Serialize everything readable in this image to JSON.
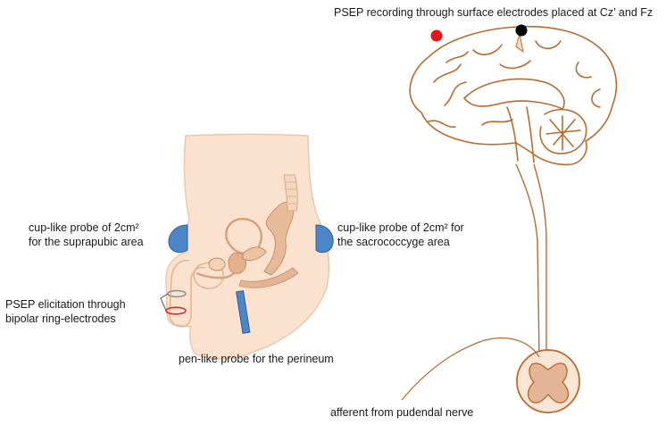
{
  "labels": {
    "psep_recording": "PSEP recording through surface electrodes placed at Cz’ and Fz",
    "suprapubic_probe": {
      "line1": "cup-like probe of 2cm² ",
      "line2": "for the suprapubic area"
    },
    "sacrococcyge_probe": {
      "line1": "cup-like probe of 2cm² for ",
      "line2": "the sacrococcyge area"
    },
    "psep_elicitation": {
      "line1": "PSEP elicitation through ",
      "line2": "bipolar ring-electrodes"
    },
    "perineum_probe": "pen-like probe for the perineum",
    "afferent_nerve": "afferent from pudendal nerve"
  },
  "colors": {
    "body_fill": "#fae2cf",
    "body_outline": "#ecc7ad",
    "organ_fill": "#e8c2a0",
    "organ_stroke": "#d09a72",
    "brain_stroke": "#b86b2e",
    "probe_blue": "#4a86c8",
    "probe_dark": "#2f5f93",
    "electrode_red": "#e8141c",
    "electrode_black": "#000000",
    "ring_red": "#d9262c",
    "ring_gray": "#8c8c8c",
    "spine_fill": "#e3b596"
  },
  "icons": {
    "electrode_cz": "red-dot",
    "electrode_fz": "black-dot",
    "probe_suprapubic": "blue-half-disc",
    "probe_sacral": "blue-half-disc",
    "probe_perineum": "blue-rod",
    "ring_electrodes": "ring-pair"
  }
}
